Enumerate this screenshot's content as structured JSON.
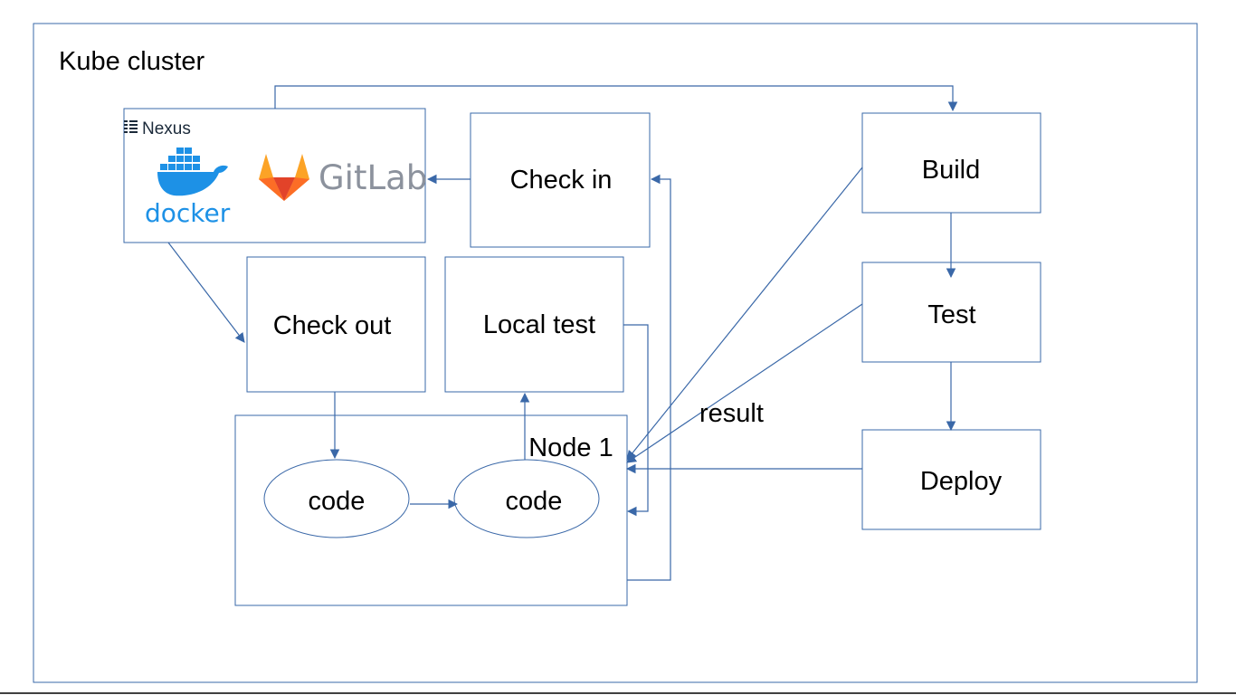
{
  "cluster": {
    "label": "Kube cluster"
  },
  "repo_box": {
    "nexus_label": "Nexus",
    "docker_label": "docker",
    "gitlab_label": "GitLab"
  },
  "steps": {
    "check_in": "Check in",
    "check_out": "Check out",
    "local_test": "Local test",
    "build": "Build",
    "test": "Test",
    "deploy": "Deploy"
  },
  "node": {
    "label": "Node 1",
    "code_a": "code",
    "code_b": "code"
  },
  "annotations": {
    "result": "result"
  },
  "colors": {
    "stroke": "#3a68a8",
    "docker_blue": "#1d91e6",
    "gitlab_orange": "#e24329",
    "gitlab_light": "#fca326",
    "gitlab_mid": "#fc6d26",
    "gitlab_text": "#8c929d",
    "nexus_text": "#1b2a3a"
  }
}
